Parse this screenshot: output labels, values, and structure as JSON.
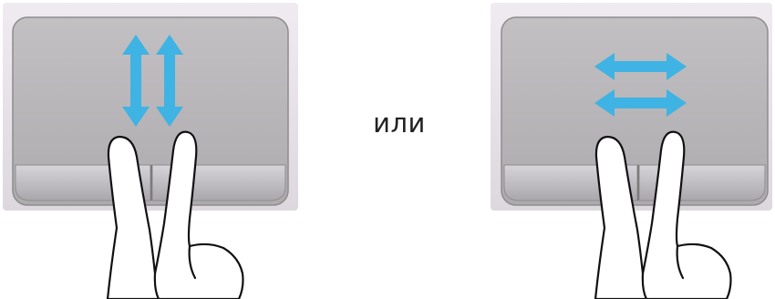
{
  "separator": {
    "label": "или"
  },
  "colors": {
    "chassis": "#eae6eb",
    "pad_surface": "#b8b6b9",
    "pad_border": "#8e8c8f",
    "buttons": "#c4c2c6",
    "arrow": "#3fb3e3",
    "finger_outline": "#111111"
  },
  "icons": {
    "left_gesture": "two-finger-vertical-scroll",
    "right_gesture": "two-finger-horizontal-scroll"
  }
}
